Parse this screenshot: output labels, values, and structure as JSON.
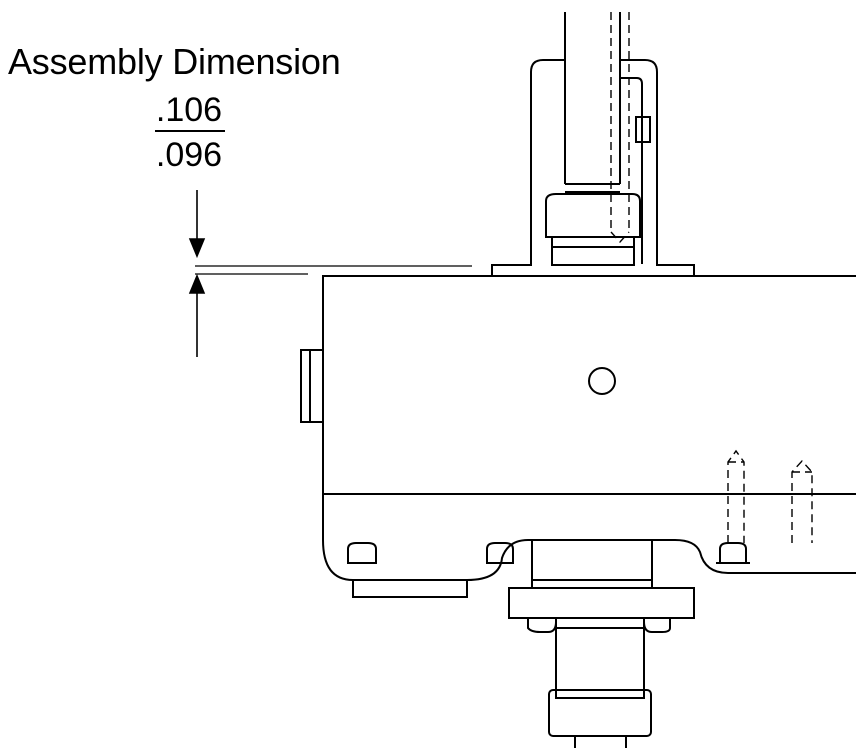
{
  "annotation": {
    "title": "Assembly Dimension",
    "upper_limit": ".106",
    "lower_limit": ".096"
  },
  "colors": {
    "line": "#000000",
    "background": "#ffffff"
  }
}
